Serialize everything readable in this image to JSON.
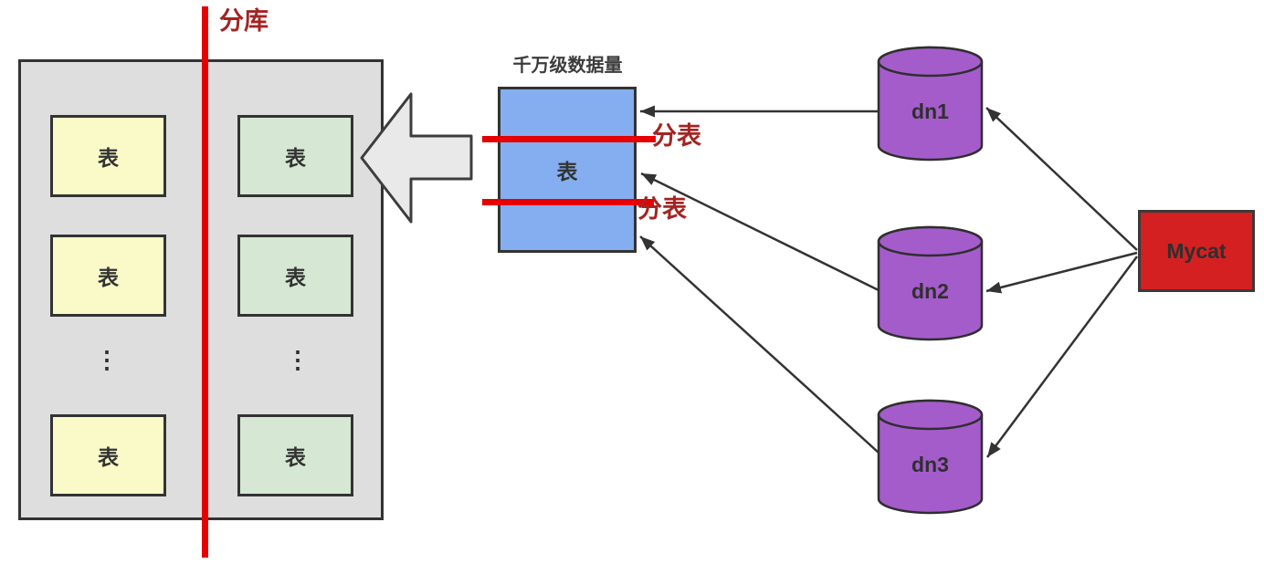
{
  "sharded_db": {
    "split_label": "分库",
    "ellipsis": "⋮",
    "yellow_tables": [
      "表",
      "表",
      "表"
    ],
    "green_tables": [
      "表",
      "表",
      "表"
    ]
  },
  "center_table": {
    "title": "千万级数据量",
    "label": "表",
    "split_labels": [
      "分表",
      "分表"
    ]
  },
  "datanodes": [
    {
      "label": "dn1"
    },
    {
      "label": "dn2"
    },
    {
      "label": "dn3"
    }
  ],
  "mycat": {
    "label": "Mycat"
  },
  "colors": {
    "split_line_red": "#E60000",
    "split_label_dark_red": "#A32422",
    "mycat_red": "#D42020",
    "datanode_purple": "#A55CCB",
    "center_table_blue": "#84AEEF",
    "table_yellow": "#FAF9C8",
    "table_green": "#D6E8D4",
    "container_gray": "#DEDEDE",
    "outline_dark": "#333333",
    "arrow_gray_fill": "#E9E9E9"
  }
}
